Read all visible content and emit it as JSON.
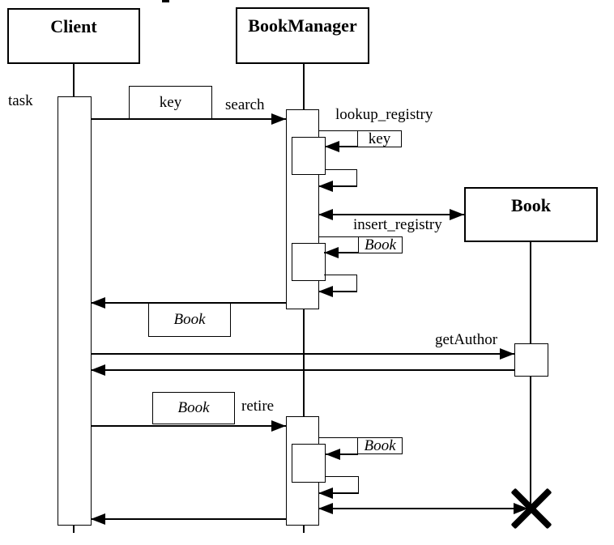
{
  "diagram": {
    "classes": {
      "client": "Client",
      "book_manager": "BookManager",
      "book": "Book"
    },
    "labels": {
      "task": "task",
      "search": "search",
      "search_param": "key",
      "lookup_registry": "lookup_registry",
      "lookup_param": "key",
      "insert_registry": "insert_registry",
      "insert_param": "Book",
      "search_return": "Book",
      "get_author": "getAuthor",
      "retire": "retire",
      "retire_param": "Book",
      "retire_msg_param": "Book"
    }
  }
}
